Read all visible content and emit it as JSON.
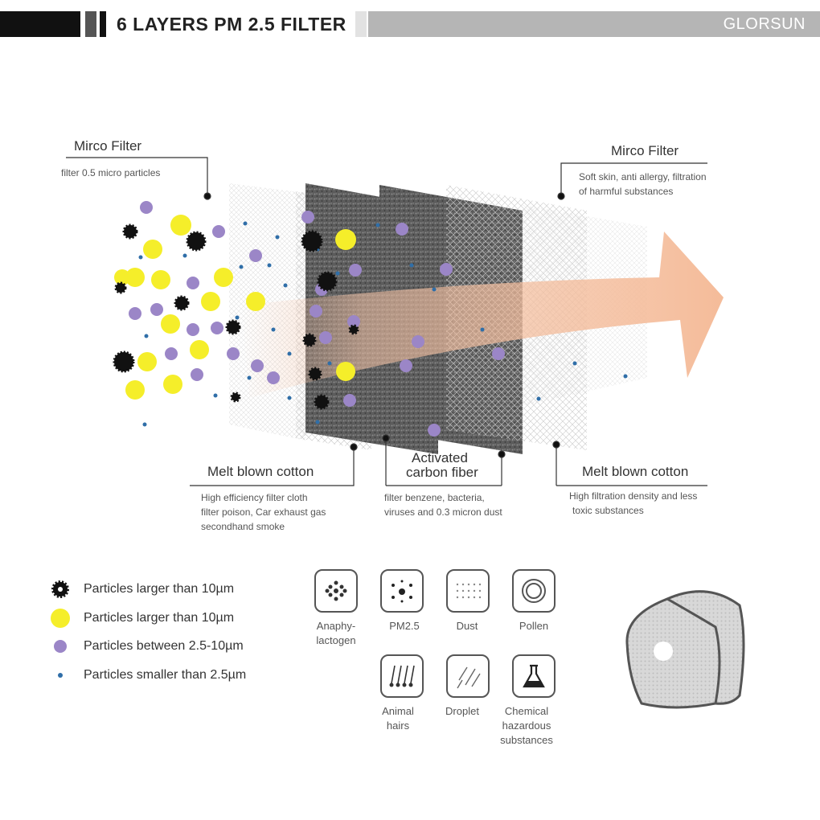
{
  "header": {
    "title": "6 LAYERS PM 2.5 FILTER",
    "brand": "GLORSUN"
  },
  "layers": {
    "top_left": {
      "title": "Mirco Filter",
      "desc": [
        "filter 0.5 micro particles"
      ]
    },
    "top_right": {
      "title": "Mirco Filter",
      "desc": [
        "Soft skin, anti allergy, filtration",
        "of harmful substances"
      ]
    },
    "bottom_left": {
      "title": "Melt blown cotton",
      "desc": [
        "High efficiency filter cloth",
        "filter poison, Car exhaust gas",
        "secondhand smoke"
      ]
    },
    "bottom_center": {
      "title_lines": [
        "Activated",
        "carbon fiber"
      ],
      "desc": [
        "filter benzene, bacteria,",
        "viruses and 0.3 micron dust"
      ]
    },
    "bottom_right": {
      "title": "Melt blown cotton",
      "desc": [
        "High filtration density and less",
        "toxic substances"
      ]
    }
  },
  "legend": [
    {
      "icon": "spiky-particle-icon",
      "label": "Particles larger than 10µm",
      "color": "#111111"
    },
    {
      "icon": "yellow-dot-icon",
      "label": "Particles larger than 10µm",
      "color": "#f5ee2a"
    },
    {
      "icon": "purple-dot-icon",
      "label": "Particles between 2.5-10µm",
      "color": "#9b86c7"
    },
    {
      "icon": "blue-dot-icon",
      "label": "Particles smaller than 2.5µm",
      "color": "#2f6ea8"
    }
  ],
  "filters": [
    {
      "icon": "anaphylactogen-icon",
      "label": [
        "Anaphy-",
        "lactogen"
      ]
    },
    {
      "icon": "pm25-icon",
      "label": [
        "PM2.5"
      ]
    },
    {
      "icon": "dust-icon",
      "label": [
        "Dust"
      ]
    },
    {
      "icon": "pollen-icon",
      "label": [
        "Pollen"
      ]
    },
    {
      "icon": "animal-hairs-icon",
      "label": [
        "Animal",
        "hairs"
      ]
    },
    {
      "icon": "droplet-icon",
      "label": [
        "Droplet"
      ]
    },
    {
      "icon": "chemical-icon",
      "label": [
        "Chemical",
        "hazardous",
        "substances"
      ]
    }
  ],
  "colors": {
    "arrow": "#f4c3a6",
    "yellow": "#f5ee2a",
    "purple": "#9b86c7",
    "blue": "#2f6ea8",
    "carbon": "#5a5a5a"
  }
}
